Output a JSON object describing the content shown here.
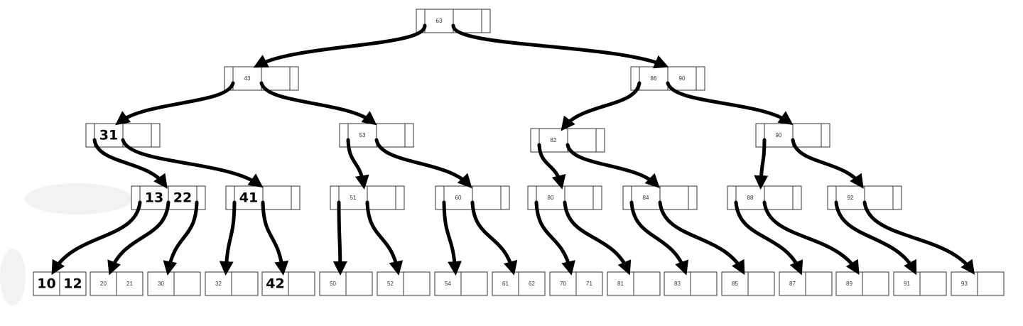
{
  "nodes": [
    {
      "id": "n63",
      "keys": [
        "63"
      ],
      "handwritten": []
    },
    {
      "id": "n43",
      "keys": [
        "43"
      ],
      "handwritten": []
    },
    {
      "id": "n86-90",
      "keys": [
        "86",
        "90"
      ],
      "handwritten": []
    },
    {
      "id": "n31",
      "keys": [
        "31"
      ],
      "handwritten": [
        0
      ]
    },
    {
      "id": "n53",
      "keys": [
        "53"
      ],
      "handwritten": []
    },
    {
      "id": "n82",
      "keys": [
        "82"
      ],
      "handwritten": []
    },
    {
      "id": "n90",
      "keys": [
        "90"
      ],
      "handwritten": []
    },
    {
      "id": "n13-22",
      "keys": [
        "13",
        "22"
      ],
      "handwritten": [
        0,
        1
      ]
    },
    {
      "id": "n41",
      "keys": [
        "41"
      ],
      "handwritten": [
        0
      ]
    },
    {
      "id": "n51",
      "keys": [
        "51"
      ],
      "handwritten": []
    },
    {
      "id": "n60",
      "keys": [
        "60"
      ],
      "handwritten": []
    },
    {
      "id": "n80",
      "keys": [
        "80"
      ],
      "handwritten": []
    },
    {
      "id": "n84",
      "keys": [
        "84"
      ],
      "handwritten": []
    },
    {
      "id": "n88",
      "keys": [
        "88"
      ],
      "handwritten": []
    },
    {
      "id": "n92",
      "keys": [
        "92"
      ],
      "handwritten": []
    },
    {
      "id": "l10-12",
      "keys": [
        "10",
        "12"
      ],
      "handwritten": [
        0,
        1
      ]
    },
    {
      "id": "l20-21",
      "keys": [
        "20",
        "21"
      ],
      "handwritten": []
    },
    {
      "id": "l30",
      "keys": [
        "30"
      ],
      "handwritten": []
    },
    {
      "id": "l32",
      "keys": [
        "32"
      ],
      "handwritten": []
    },
    {
      "id": "l42",
      "keys": [
        "42"
      ],
      "handwritten": [
        0
      ]
    },
    {
      "id": "l50",
      "keys": [
        "50"
      ],
      "handwritten": []
    },
    {
      "id": "l52",
      "keys": [
        "52"
      ],
      "handwritten": []
    },
    {
      "id": "l54",
      "keys": [
        "54"
      ],
      "handwritten": []
    },
    {
      "id": "l61-62",
      "keys": [
        "61",
        "62"
      ],
      "handwritten": []
    },
    {
      "id": "l70-71",
      "keys": [
        "70",
        "71"
      ],
      "handwritten": []
    },
    {
      "id": "l81",
      "keys": [
        "81"
      ],
      "handwritten": []
    },
    {
      "id": "l83",
      "keys": [
        "83"
      ],
      "handwritten": []
    },
    {
      "id": "l85",
      "keys": [
        "85"
      ],
      "handwritten": []
    },
    {
      "id": "l87",
      "keys": [
        "87"
      ],
      "handwritten": []
    },
    {
      "id": "l89",
      "keys": [
        "89"
      ],
      "handwritten": []
    },
    {
      "id": "l91",
      "keys": [
        "91"
      ],
      "handwritten": []
    },
    {
      "id": "l93",
      "keys": [
        "93"
      ],
      "handwritten": []
    }
  ],
  "edges": [
    {
      "from": "n63",
      "to": "n43"
    },
    {
      "from": "n63",
      "to": "n86-90"
    },
    {
      "from": "n43",
      "to": "n31"
    },
    {
      "from": "n43",
      "to": "n53"
    },
    {
      "from": "n86-90",
      "to": "n82"
    },
    {
      "from": "n86-90",
      "to": "n90"
    },
    {
      "from": "n31",
      "to": "n13-22"
    },
    {
      "from": "n31",
      "to": "n41"
    },
    {
      "from": "n53",
      "to": "n51"
    },
    {
      "from": "n53",
      "to": "n60"
    },
    {
      "from": "n82",
      "to": "n80"
    },
    {
      "from": "n82",
      "to": "n84"
    },
    {
      "from": "n90",
      "to": "n88"
    },
    {
      "from": "n90",
      "to": "n92"
    },
    {
      "from": "n13-22",
      "to": "l10-12"
    },
    {
      "from": "n13-22",
      "to": "l20-21"
    },
    {
      "from": "n13-22",
      "to": "l30"
    },
    {
      "from": "n41",
      "to": "l32"
    },
    {
      "from": "n41",
      "to": "l42"
    },
    {
      "from": "n51",
      "to": "l50"
    },
    {
      "from": "n51",
      "to": "l52"
    },
    {
      "from": "n60",
      "to": "l54"
    },
    {
      "from": "n60",
      "to": "l61-62"
    },
    {
      "from": "n80",
      "to": "l70-71"
    },
    {
      "from": "n80",
      "to": "l81"
    },
    {
      "from": "n84",
      "to": "l83"
    },
    {
      "from": "n84",
      "to": "l85"
    },
    {
      "from": "n88",
      "to": "l87"
    },
    {
      "from": "n88",
      "to": "l89"
    },
    {
      "from": "n92",
      "to": "l91"
    },
    {
      "from": "n92",
      "to": "l93"
    }
  ]
}
